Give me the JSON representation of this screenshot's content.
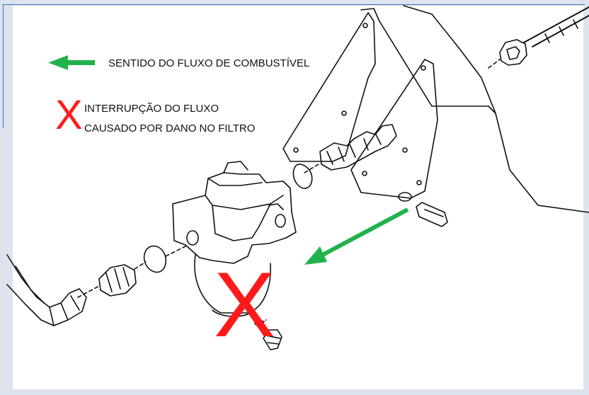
{
  "legend": {
    "flow_direction": "SENTIDO DO FLUXO DE COMBUSTÍVEL",
    "interruption_line1": "INTERRUPÇÃO DO FLUXO",
    "interruption_line2": "CAUSADO POR DANO NO FILTRO",
    "x_symbol": "X"
  },
  "marker": {
    "x_symbol": "X"
  },
  "colors": {
    "flow_arrow": "#22b24c",
    "x_mark": "#ff1a1a",
    "frame": "#3c6fc4",
    "line_art": "#111111"
  }
}
